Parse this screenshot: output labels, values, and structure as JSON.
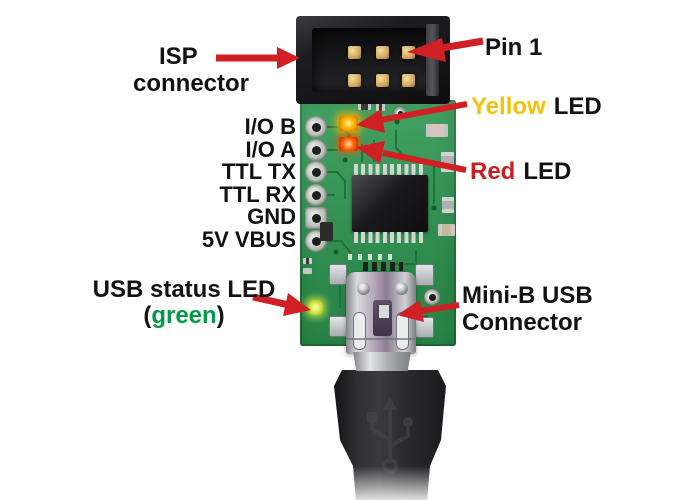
{
  "colors": {
    "background": "#ffffff",
    "arrow_red": "#d11f26",
    "yellow_text": "#f2c409",
    "red_text": "#cc1e20",
    "green_text": "#019a47",
    "label_black": "#121212",
    "pcb_green": "#2f9852"
  },
  "labels": {
    "isp_line1": "ISP",
    "isp_line2": "connector",
    "pin1": "Pin 1",
    "yellow_word": "Yellow",
    "yellow_rest": "LED",
    "red_word": "Red",
    "red_rest": "LED",
    "pin_rows": [
      "I/O B",
      "I/O A",
      "TTL TX",
      "TTL RX",
      "GND",
      "5V VBUS"
    ],
    "usb_status_line1": "USB status LED",
    "usb_status_open": "(",
    "usb_status_word": "green",
    "usb_status_close": ")",
    "minib_line1": "Mini-B USB",
    "minib_line2": "Connector"
  }
}
